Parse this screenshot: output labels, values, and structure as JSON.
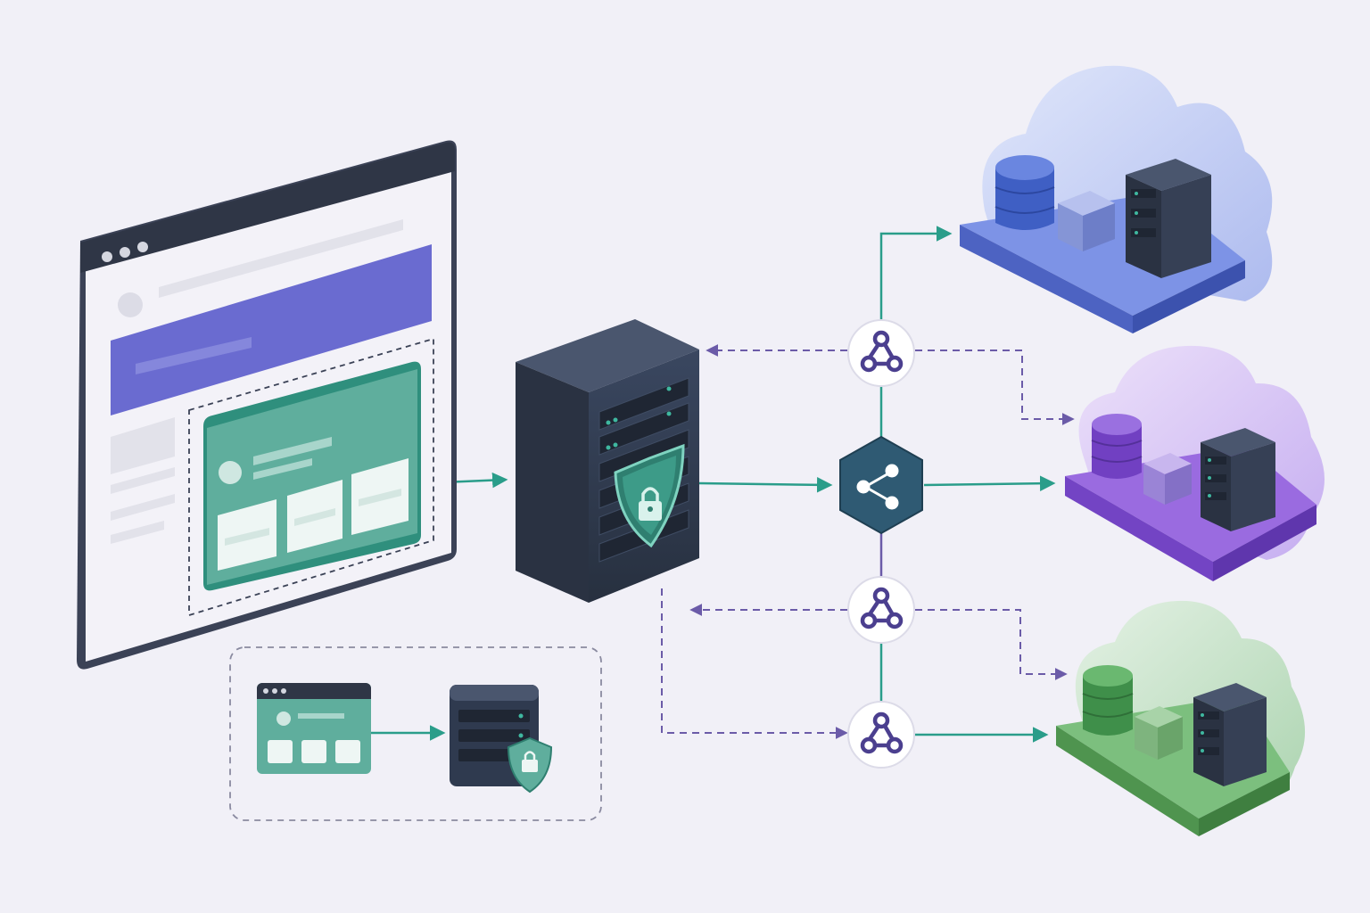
{
  "colors": {
    "background": "#f1f0f7",
    "teal_accent": "#2a9d8a",
    "dashed_purple": "#6b5ba8",
    "browser_header": "#6a6bd0",
    "embedded_widget": "#5fae9d",
    "server_dark": "#2f3a4f",
    "hub_node": "#2f5a73",
    "cloud_blue": "#5b74d6",
    "cloud_purple": "#8a5ad6",
    "cloud_green": "#5fa86a"
  },
  "icons": {
    "browser_dots": "three-dots-icon",
    "shield": "shield-lock-icon",
    "hub": "share-icon",
    "webhook": "webhook-icon",
    "database": "database-icon",
    "cube": "cube-icon",
    "server": "server-rack-icon",
    "cloud": "cloud-icon"
  },
  "nodes": {
    "browser": "main-browser-window",
    "embed": "embedded-widget",
    "gateway": "gateway-server",
    "hub": "distribution-hub",
    "webhooks": [
      "webhook-top",
      "webhook-middle",
      "webhook-bottom"
    ],
    "clouds": [
      "cloud-blue",
      "cloud-purple",
      "cloud-green"
    ]
  }
}
